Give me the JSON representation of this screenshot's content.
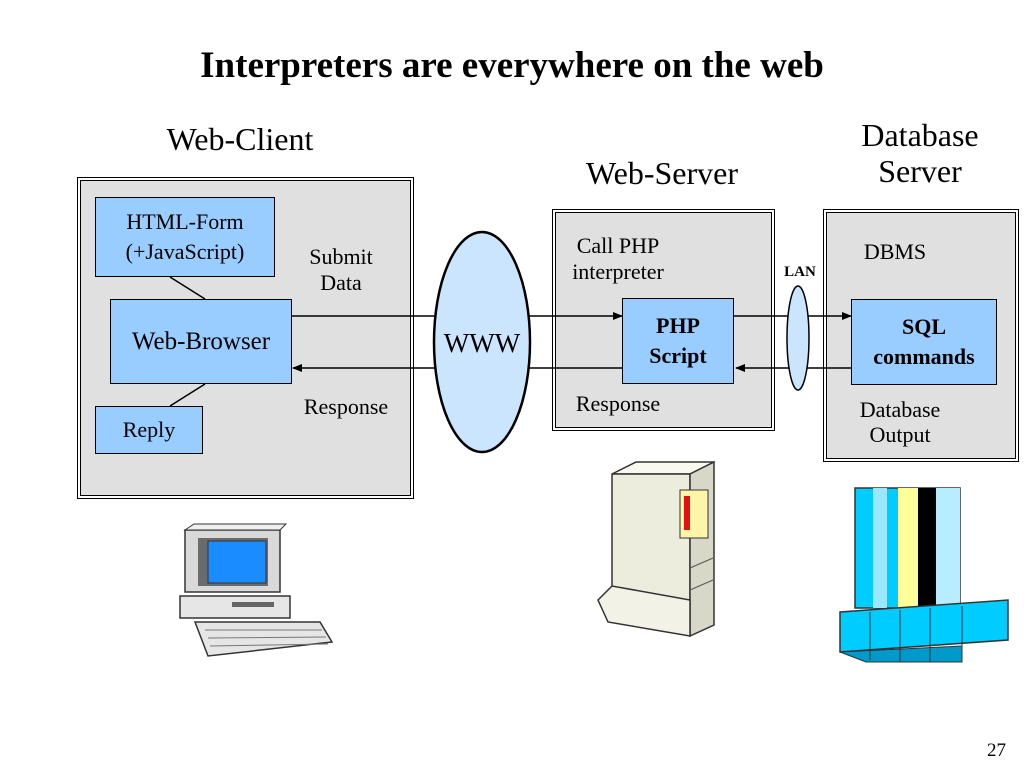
{
  "title": "Interpreters are everywhere on the web",
  "client": {
    "heading": "Web-Client",
    "html_form_line1": "HTML-Form",
    "html_form_line2": "(+JavaScript)",
    "browser": "Web-Browser",
    "reply": "Reply",
    "submit_line1": "Submit",
    "submit_line2": "Data",
    "response": "Response"
  },
  "www": "WWW",
  "server": {
    "heading": "Web-Server",
    "call_line1": "Call PHP",
    "call_line2": "interpreter",
    "script_line1": "PHP",
    "script_line2": "Script",
    "response": "Response"
  },
  "lan": "LAN",
  "database": {
    "heading_line1": "Database",
    "heading_line2": "Server",
    "dbms": "DBMS",
    "sql_line1": "SQL",
    "sql_line2": "commands",
    "output_line1": "Database",
    "output_line2": "Output"
  },
  "icons": [
    "desktop-computer-icon",
    "tower-server-icon",
    "mainframe-database-icon"
  ],
  "colors": {
    "box_fill": "#99ccff",
    "panel_fill": "#e0e0e0",
    "database_cyan": "#00ccff"
  },
  "page_number": "27"
}
